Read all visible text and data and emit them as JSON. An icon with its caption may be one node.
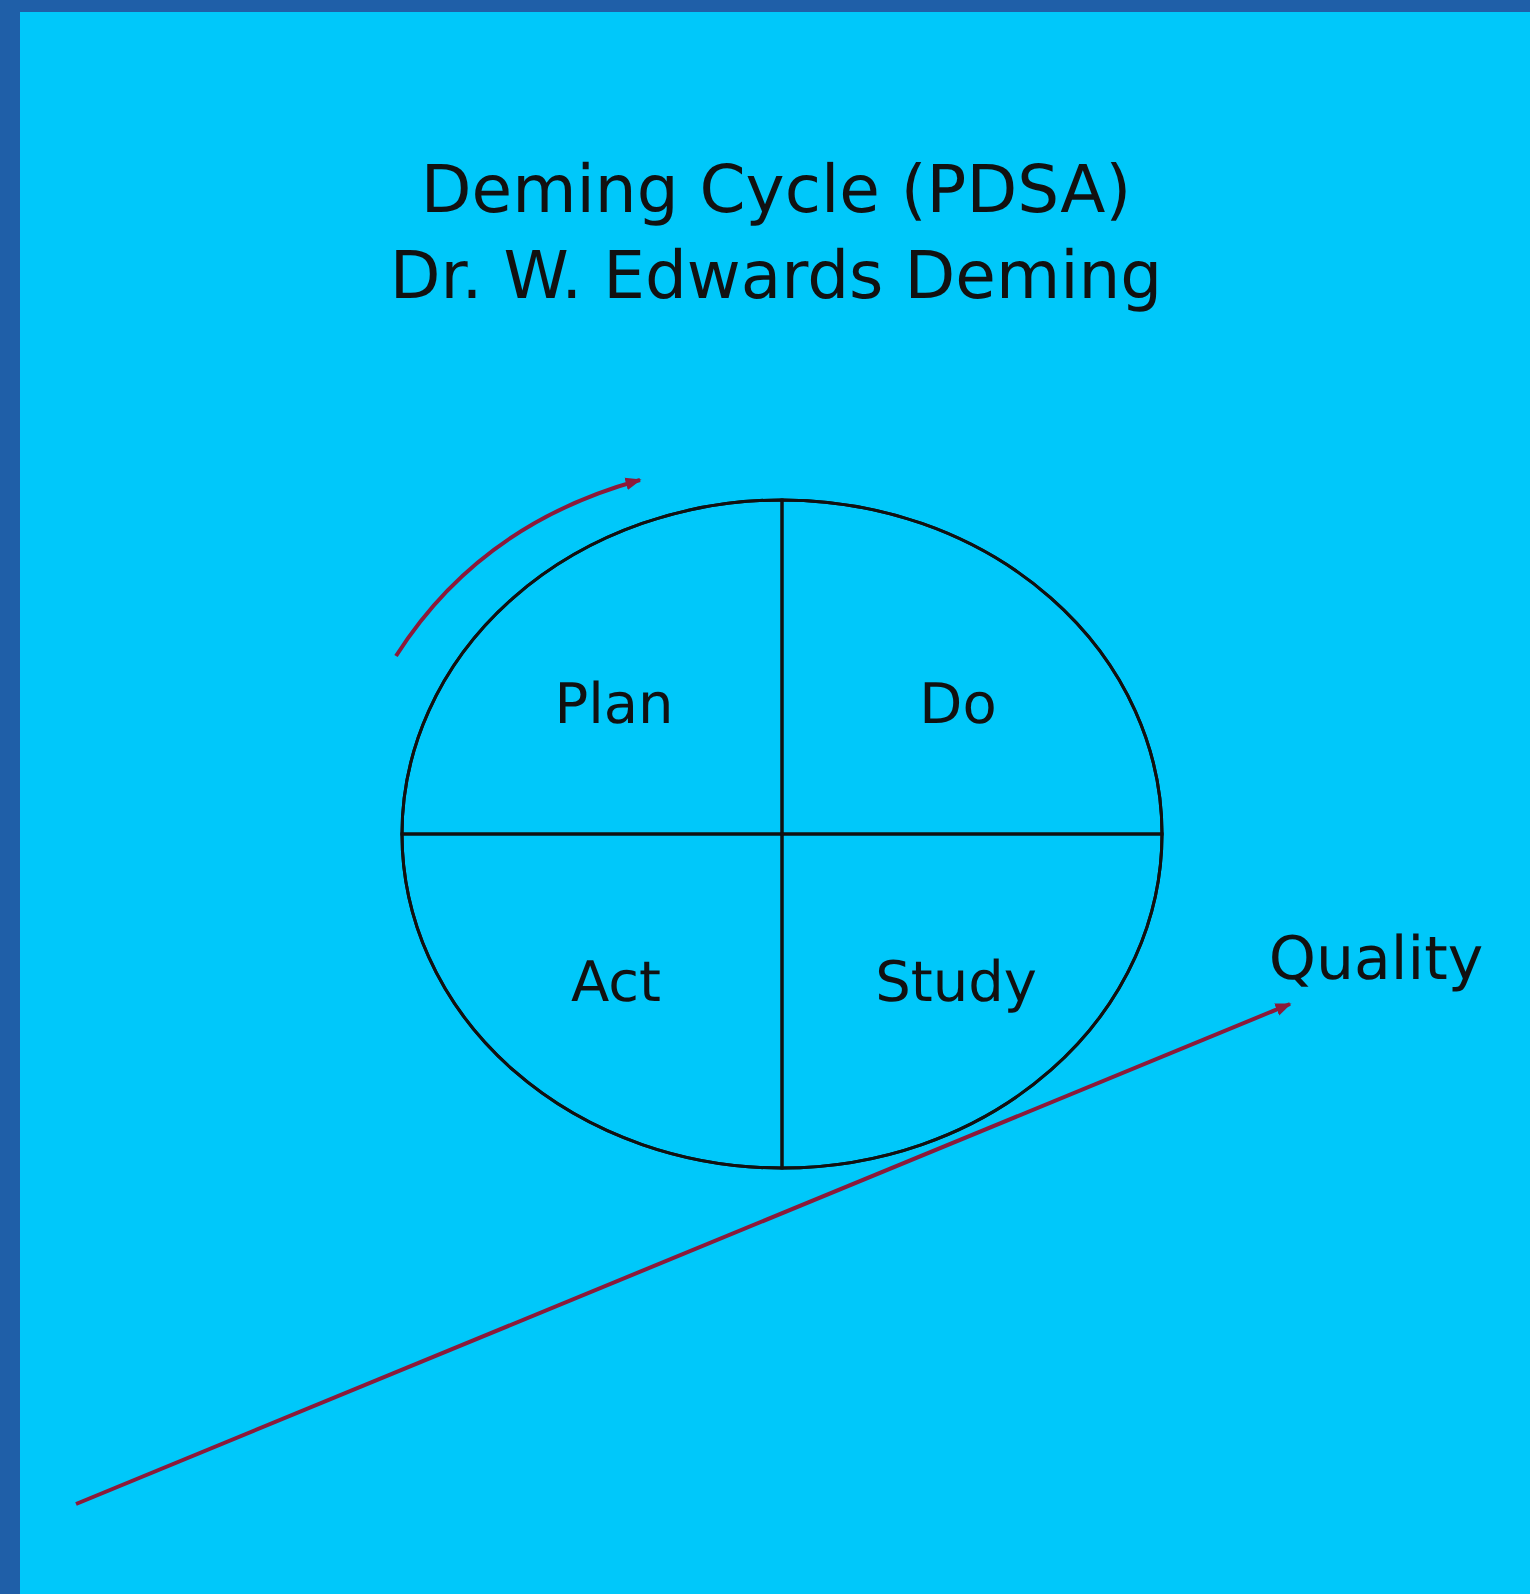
{
  "diagram": {
    "title": "Deming Cycle (PDSA)",
    "nodes": [
      {
        "text": [],
        "shape": "circle"
      },
      {
        "text": [
          "Plan"
        ],
        "in": 0
      },
      {
        "text": [
          "Do"
        ],
        "in": 0
      },
      {
        "text": [
          "Act"
        ],
        "in": 0
      },
      {
        "text": [
          "Study"
        ],
        "in": 0
      },
      {
        "text": [
          "Quality"
        ]
      }
    ],
    "edges": [
      {
        "from": null,
        "to": 5,
        "arrow": "to"
      }
    ],
    "labels": [
      "Dr. W. Edwards Deming"
    ]
  }
}
